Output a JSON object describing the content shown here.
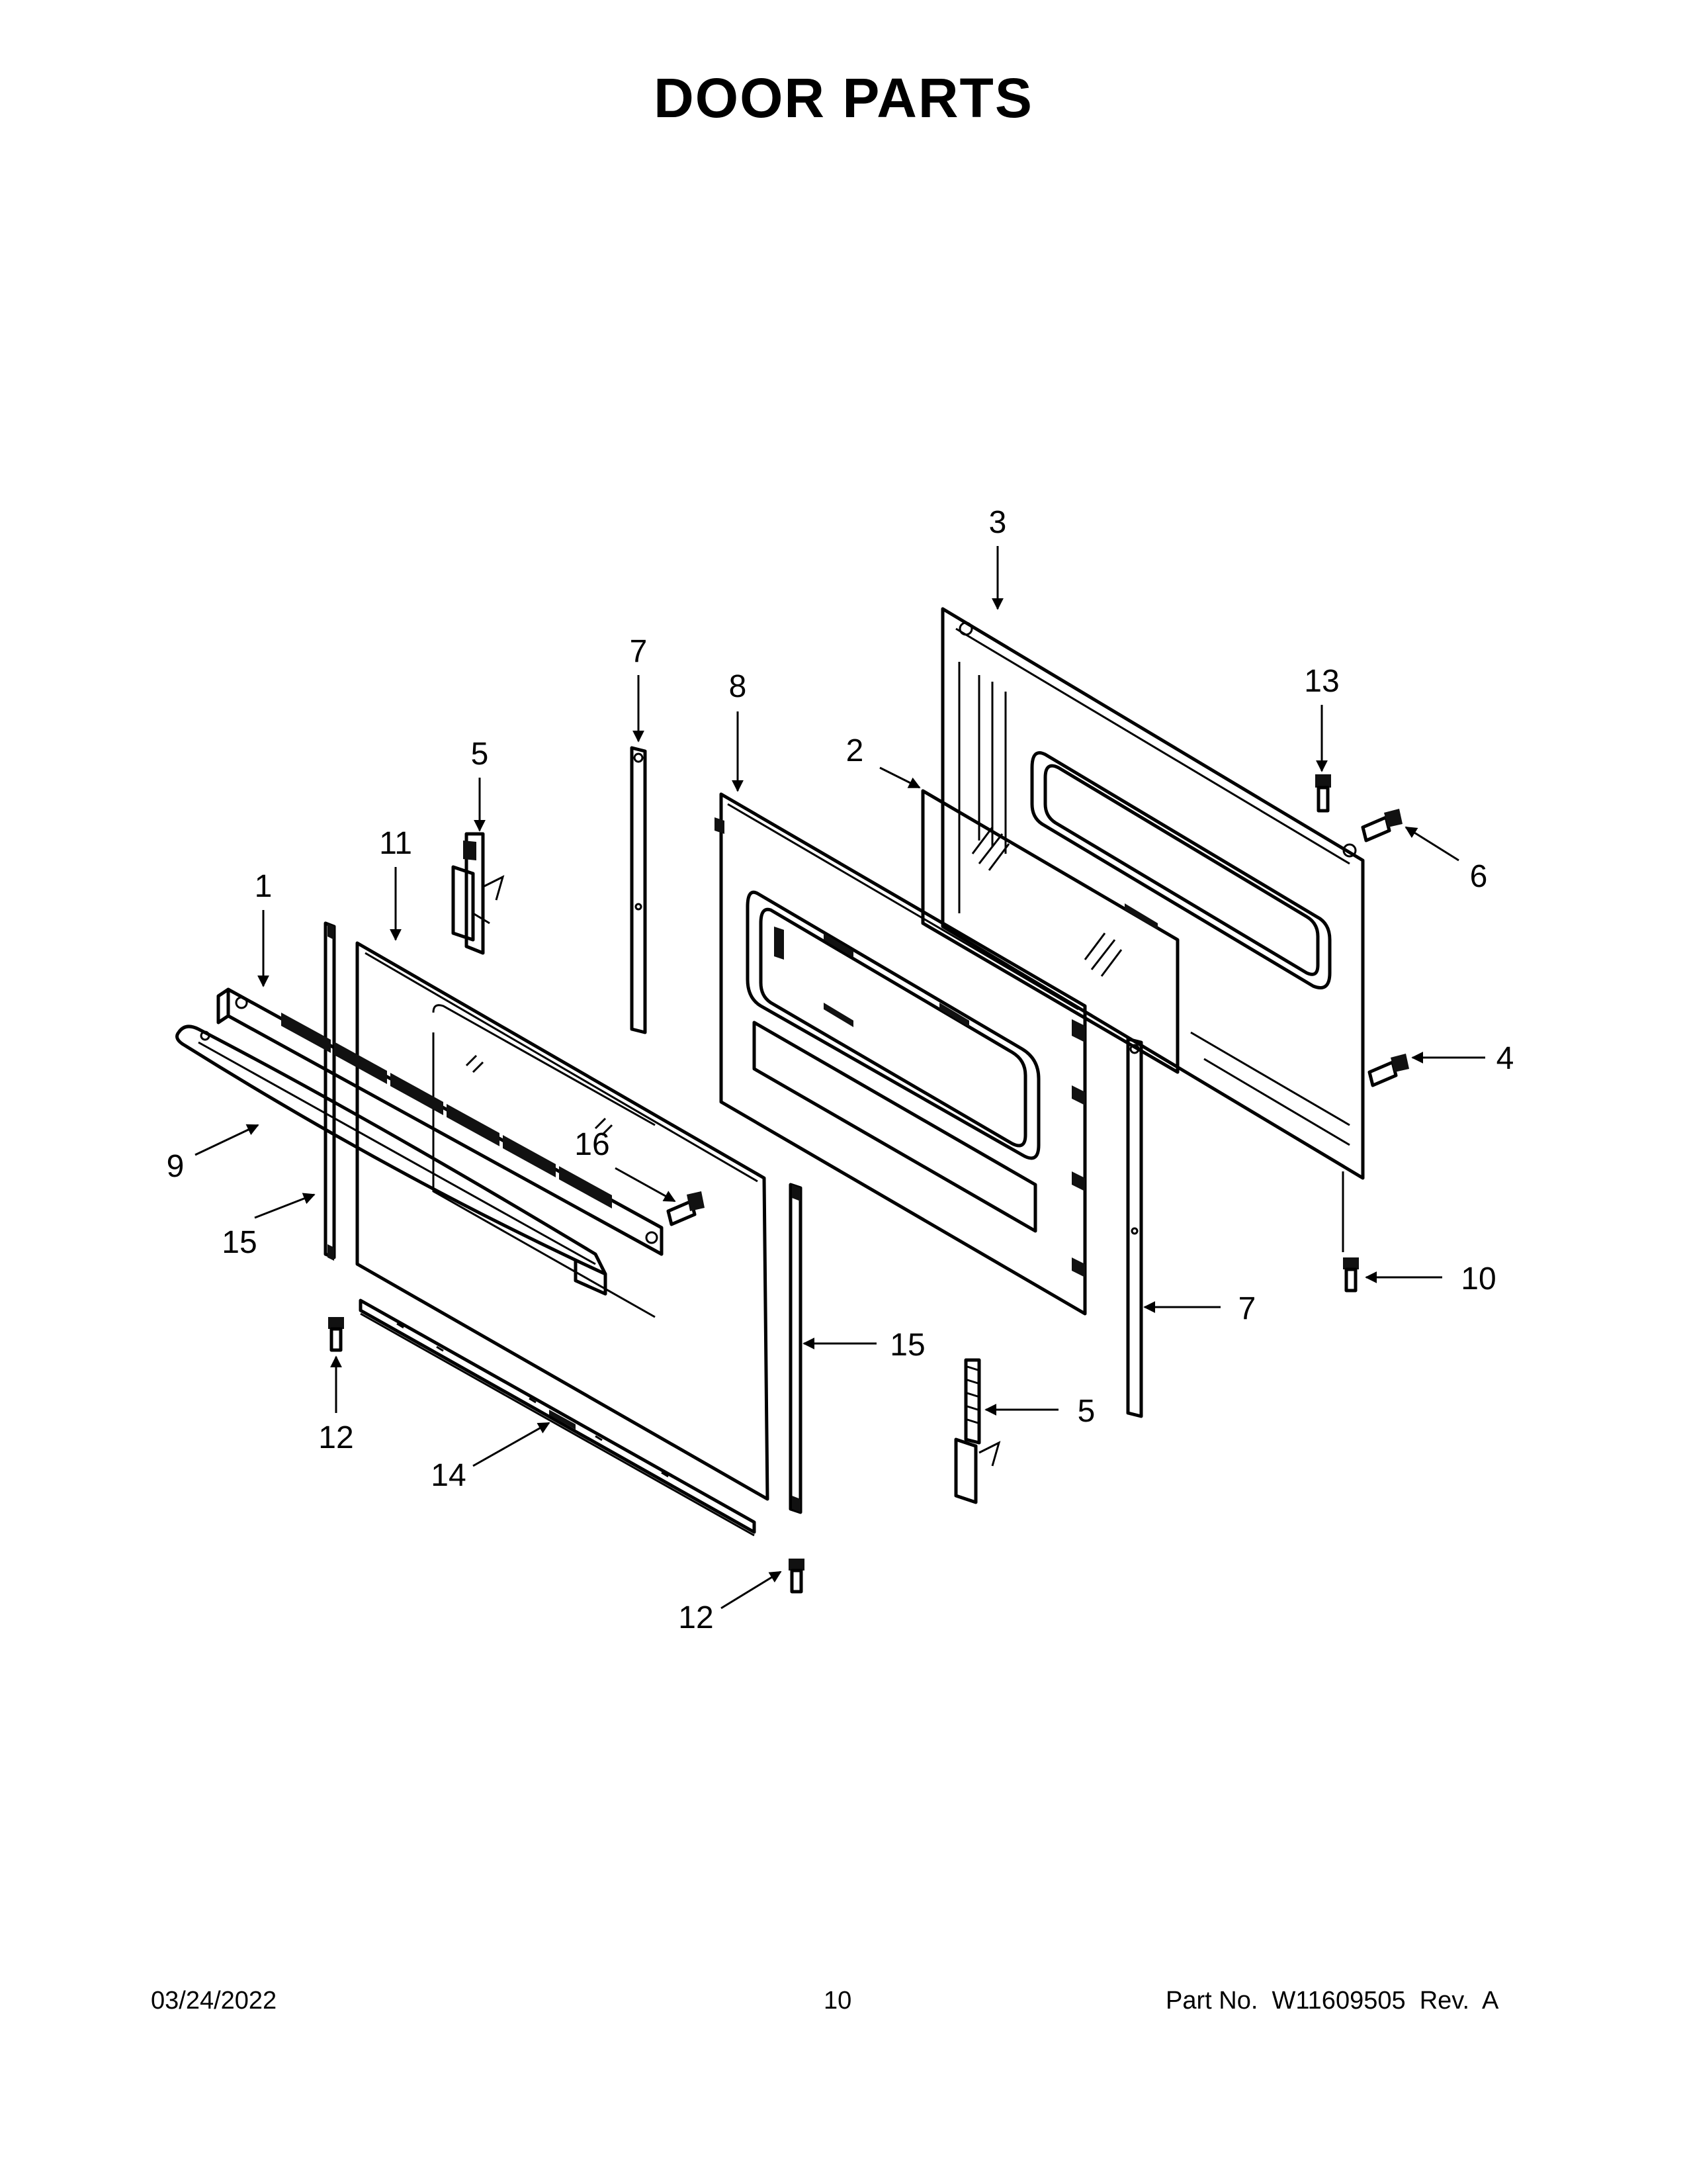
{
  "title": "DOOR PARTS",
  "callouts": {
    "c1": "1",
    "c2": "2",
    "c3": "3",
    "c4": "4",
    "c5a": "5",
    "c5b": "5",
    "c6": "6",
    "c7a": "7",
    "c7b": "7",
    "c8": "8",
    "c9": "9",
    "c10": "10",
    "c11": "11",
    "c12a": "12",
    "c12b": "12",
    "c13": "13",
    "c14": "14",
    "c15a": "15",
    "c15b": "15",
    "c16": "16"
  },
  "footer": {
    "date": "03/24/2022",
    "page": "10",
    "part": "Part No.  W11609505  Rev.  A"
  }
}
